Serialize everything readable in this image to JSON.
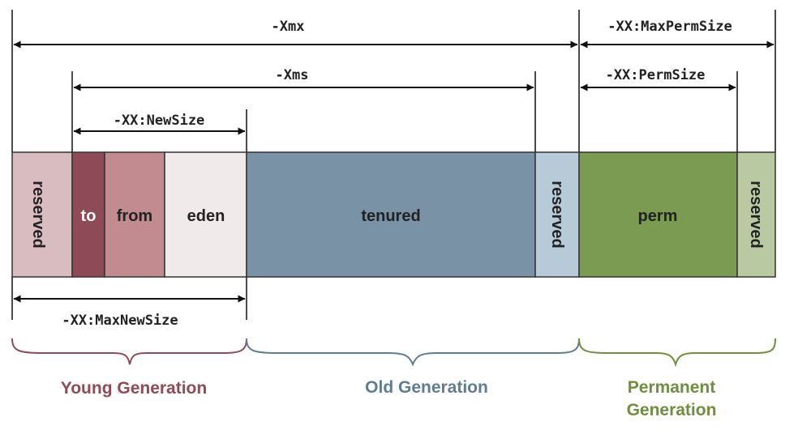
{
  "diagram": {
    "segments": [
      {
        "id": "reserved-young",
        "label": "reserved",
        "color": "#d9bcbf",
        "text_color": "#222222",
        "vertical": true
      },
      {
        "id": "to",
        "label": "to",
        "color": "#8e4b57",
        "text_color": "#ffffff",
        "vertical": false
      },
      {
        "id": "from",
        "label": "from",
        "color": "#c28b90",
        "text_color": "#222222",
        "vertical": false
      },
      {
        "id": "eden",
        "label": "eden",
        "color": "#f1eaeb",
        "text_color": "#222222",
        "vertical": false
      },
      {
        "id": "tenured",
        "label": "tenured",
        "color": "#7a92a6",
        "text_color": "#222222",
        "vertical": false
      },
      {
        "id": "reserved-old",
        "label": "reserved",
        "color": "#b6cad8",
        "text_color": "#222222",
        "vertical": true
      },
      {
        "id": "perm",
        "label": "perm",
        "color": "#7c9b52",
        "text_color": "#222222",
        "vertical": false
      },
      {
        "id": "reserved-perm",
        "label": "reserved",
        "color": "#b9caa3",
        "text_color": "#222222",
        "vertical": true
      }
    ],
    "dimensions": [
      {
        "id": "xmx",
        "label": "-Xmx"
      },
      {
        "id": "max-perm-size",
        "label": "-XX:MaxPermSize"
      },
      {
        "id": "xms",
        "label": "-Xms"
      },
      {
        "id": "perm-size",
        "label": "-XX:PermSize"
      },
      {
        "id": "new-size",
        "label": "-XX:NewSize"
      },
      {
        "id": "max-new-size",
        "label": "-XX:MaxNewSize"
      }
    ],
    "generations": [
      {
        "id": "young",
        "label": "Young Generation",
        "color": "#8e4b57"
      },
      {
        "id": "old",
        "label": "Old Generation",
        "color": "#5f7d92"
      },
      {
        "id": "permanent",
        "label": "Permanent Generation",
        "label_lines": [
          "Permanent",
          "Generation"
        ],
        "color": "#6f8f3f"
      }
    ],
    "colors": {
      "arrow": "#111111",
      "outline": "#333333"
    }
  }
}
